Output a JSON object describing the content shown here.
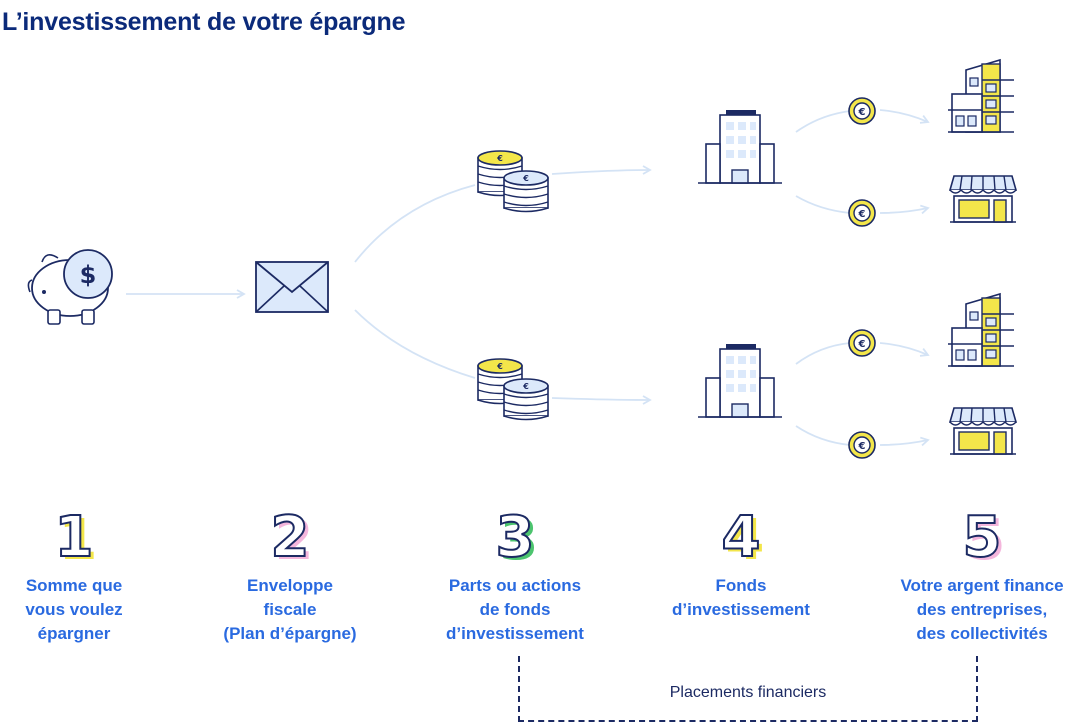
{
  "title": "L’investissement de votre épargne",
  "steps": [
    {
      "number": "1",
      "label": "Somme que\nvous voulez\népargner",
      "color": "#f3e64a"
    },
    {
      "number": "2",
      "label": "Enveloppe\nfiscale\n(Plan d’épargne)",
      "color": "#f4b6dc"
    },
    {
      "number": "3",
      "label": "Parts ou actions\nde fonds\nd’investissement",
      "color": "#4cc46e"
    },
    {
      "number": "4",
      "label": "Fonds\nd’investissement",
      "color": "#f3e64a"
    },
    {
      "number": "5",
      "label": "Votre argent finance\ndes entreprises,\ndes collectivités",
      "color": "#f4b6dc"
    }
  ],
  "bracket_label": "Placements financiers",
  "icons": [
    "piggy-bank-dollar-icon",
    "envelope-icon",
    "coin-stack-euro-icon",
    "office-building-icon",
    "euro-coin-icon",
    "apartment-building-icon",
    "shop-icon"
  ],
  "colors": {
    "title": "#0b2a7a",
    "label": "#2a6ae0",
    "outline": "#1c2a63",
    "yellow": "#f3e64a",
    "light_blue": "#dce9fb",
    "arrow": "#d4e3f5"
  }
}
